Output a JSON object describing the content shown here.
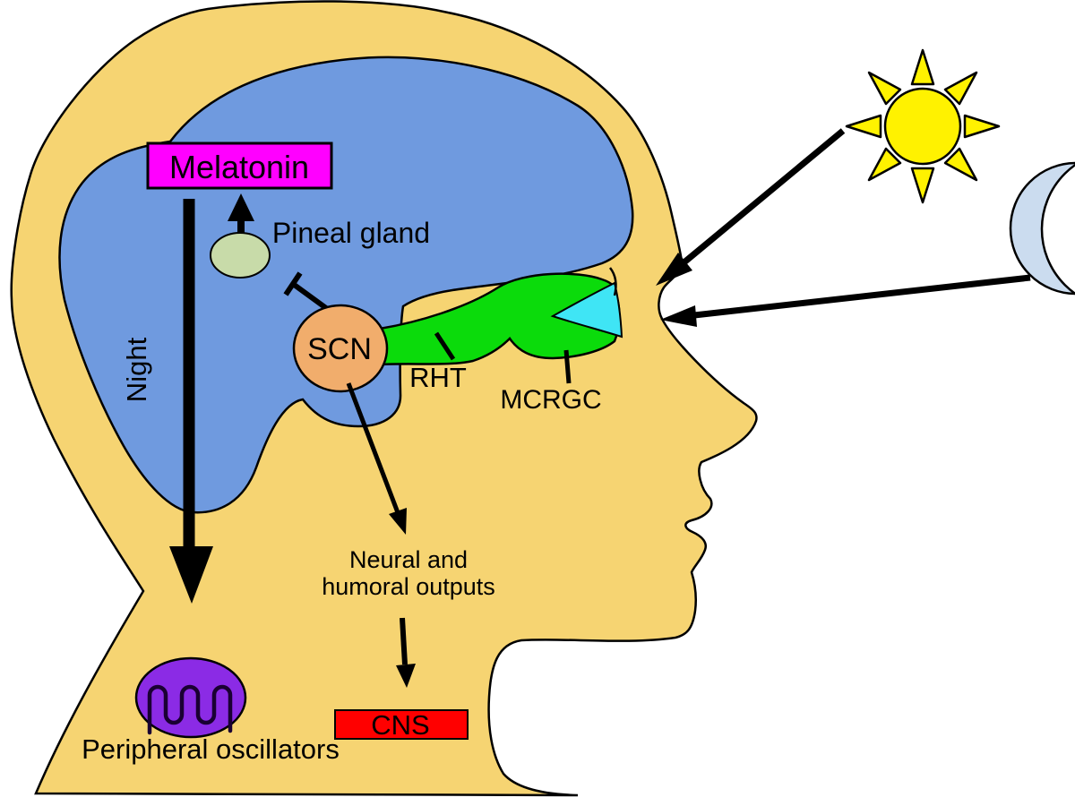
{
  "labels": {
    "melatonin": "Melatonin",
    "pineal_gland": "Pineal gland",
    "night": "Night",
    "scn": "SCN",
    "rht": "RHT",
    "mcrgc": "MCRGC",
    "neural_outputs_line1": "Neural and",
    "neural_outputs_line2": "humoral outputs",
    "cns": "CNS",
    "peripheral_oscillators": "Peripheral oscillators"
  },
  "colors": {
    "background": "#FFFFFF",
    "head": "#F6D472",
    "brain": "#6F9ADF",
    "melatonin_box": "#FF00FF",
    "pineal_gland": "#C8DBA9",
    "scn": "#F1AD6C",
    "retina_green": "#0BDB0B",
    "lens_cyan": "#3FE5F5",
    "sun": "#FFF200",
    "moon": "#CBDCEF",
    "moon_cutout": "#FFFFFF",
    "peripheral_oscillator": "#8B2BE5",
    "oscillation_wave": "#1A0033",
    "cns_box": "#FF0000",
    "arrow": "#000000",
    "outline": "#000000"
  },
  "icons": {
    "sun": "sun-icon",
    "moon": "moon-icon",
    "oscillation_wave": "oscillation-wave-icon"
  }
}
